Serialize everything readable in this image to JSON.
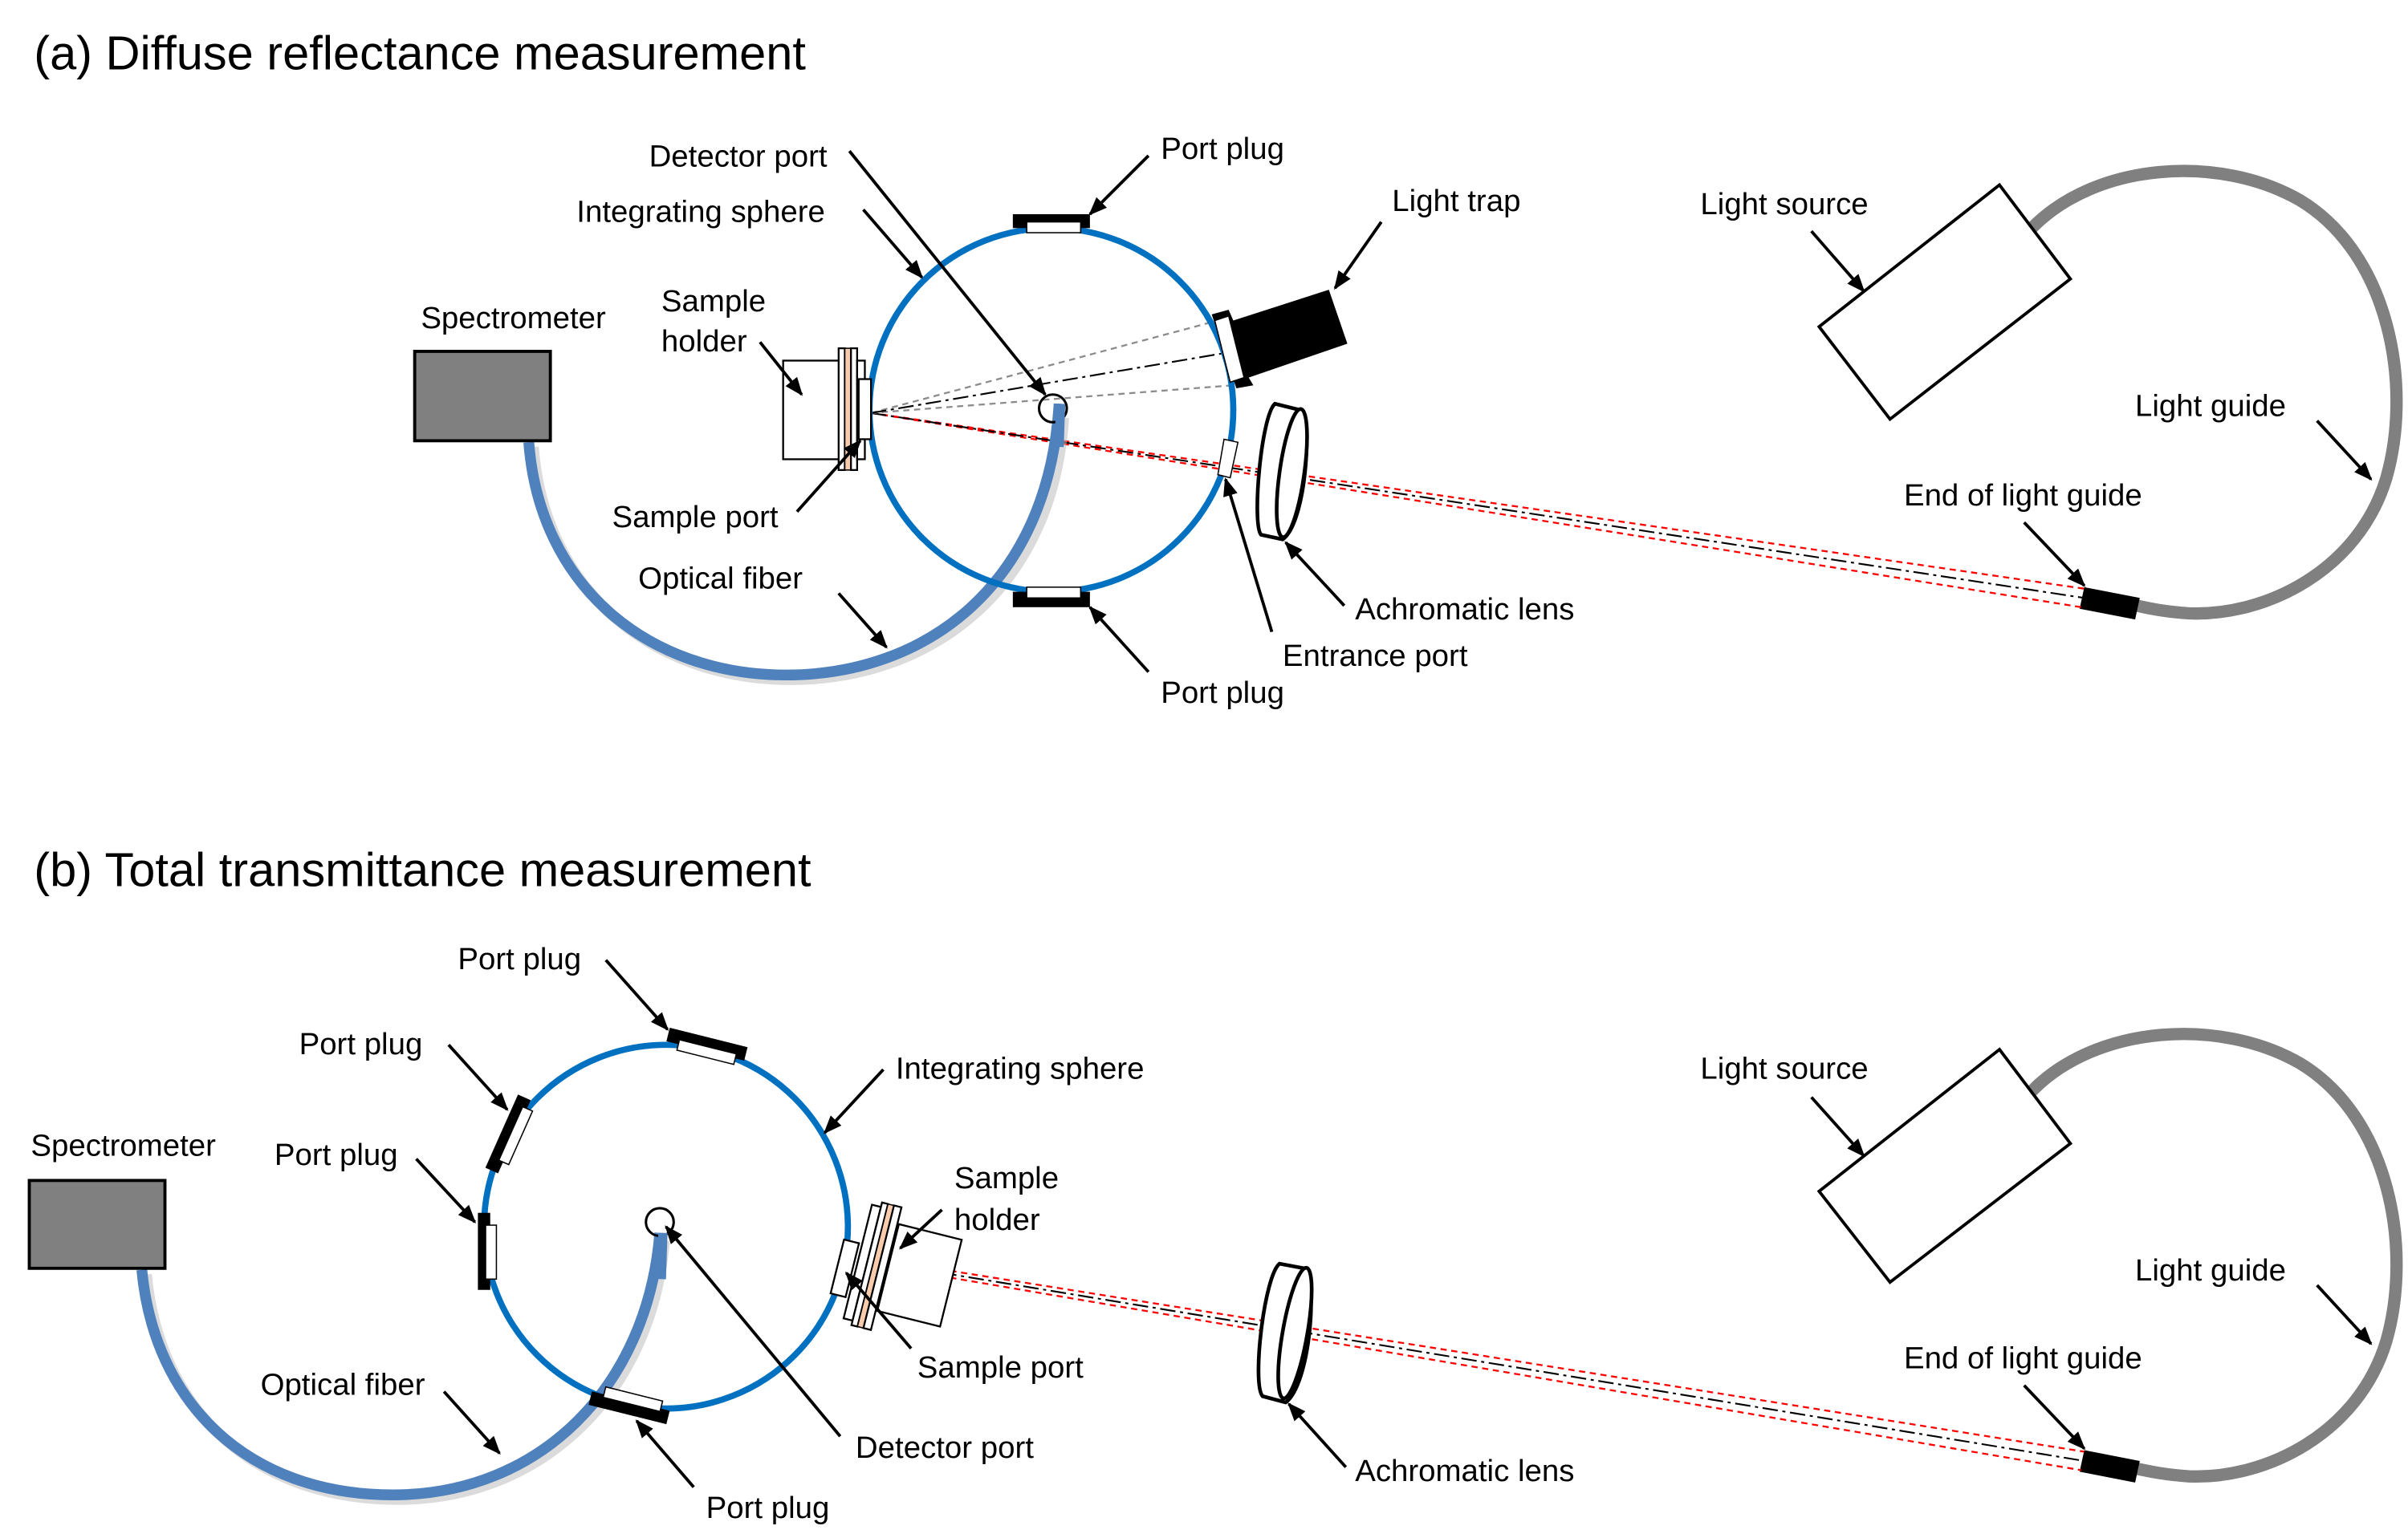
{
  "figure": {
    "panel_a": {
      "title": "(a) Diffuse reflectance measurement",
      "labels": {
        "detector_port": "Detector port",
        "integrating_sphere": "Integrating sphere",
        "port_plug_top": "Port plug",
        "port_plug_bottom": "Port plug",
        "light_trap": "Light trap",
        "spectrometer": "Spectrometer",
        "sample_holder_line1": "Sample",
        "sample_holder_line2": "holder",
        "sample_port": "Sample port",
        "optical_fiber": "Optical fiber",
        "achromatic_lens": "Achromatic lens",
        "entrance_port": "Entrance port",
        "light_source": "Light source",
        "light_guide": "Light guide",
        "end_of_light_guide": "End of light guide"
      }
    },
    "panel_b": {
      "title": "(b) Total transmittance measurement",
      "labels": {
        "port_plug_top": "Port plug",
        "port_plug_upper_left": "Port plug",
        "port_plug_left": "Port plug",
        "port_plug_bottom": "Port plug",
        "integrating_sphere": "Integrating sphere",
        "spectrometer": "Spectrometer",
        "sample_holder_line1": "Sample",
        "sample_holder_line2": "holder",
        "sample_port": "Sample port",
        "optical_fiber": "Optical fiber",
        "detector_port": "Detector port",
        "achromatic_lens": "Achromatic lens",
        "light_source": "Light source",
        "light_guide": "Light guide",
        "end_of_light_guide": "End of light guide"
      }
    },
    "colors": {
      "integrating_sphere": "#0070C0",
      "optical_fiber": "#4F81BD",
      "light_guide": "#808080",
      "spectrometer": "#808080",
      "sample": "#F8CBAD",
      "beam_edge": "#FF0000",
      "beam_axis": "#000000"
    }
  }
}
